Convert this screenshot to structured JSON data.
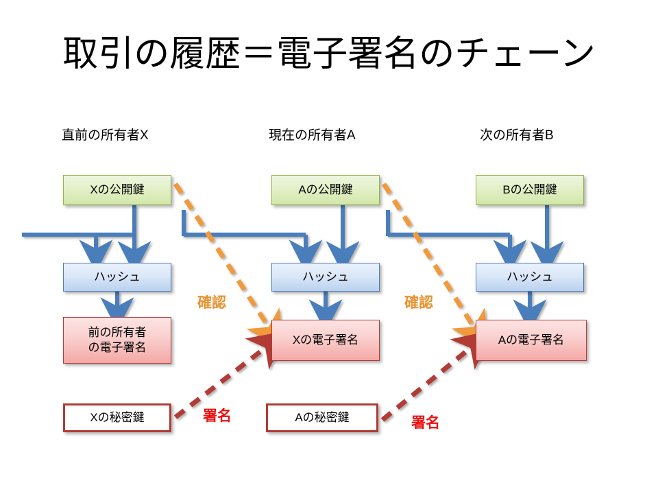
{
  "slide": {
    "title": "取引の履歴＝電子署名のチェーン",
    "background": "#ffffff"
  },
  "colors": {
    "panel_border": "#4a7ebb",
    "public_key_fill": "#dcecbe",
    "public_key_border": "#94b544",
    "hash_fill": "#c9dcf5",
    "hash_border": "#4a7ebb",
    "signature_fill": "#f7bdbb",
    "signature_border": "#b23a35",
    "private_key_border": "#b23a35",
    "flow_arrow": "#4a7ebb",
    "verify_arrow": "#f09a3e",
    "sign_arrow": "#b23a35",
    "verify_label": "#e8922f",
    "sign_label": "#ee1111"
  },
  "columns": [
    {
      "caption": "直前の所有者X",
      "public_key": "Xの公開鍵",
      "hash": "ハッシュ",
      "signature": "前の所有者\nの電子署名",
      "private_key": "Xの秘密鍵"
    },
    {
      "caption": "現在の所有者A",
      "public_key": "Aの公開鍵",
      "hash": "ハッシュ",
      "signature": "Xの電子署名",
      "private_key": "Aの秘密鍵"
    },
    {
      "caption": "次の所有者B",
      "public_key": "Bの公開鍵",
      "hash": "ハッシュ",
      "signature": "Aの電子署名",
      "private_key": null
    }
  ],
  "wire_labels": {
    "verify_0": "確認",
    "verify_1": "確認",
    "sign_0": "署名",
    "sign_1": "署名"
  }
}
